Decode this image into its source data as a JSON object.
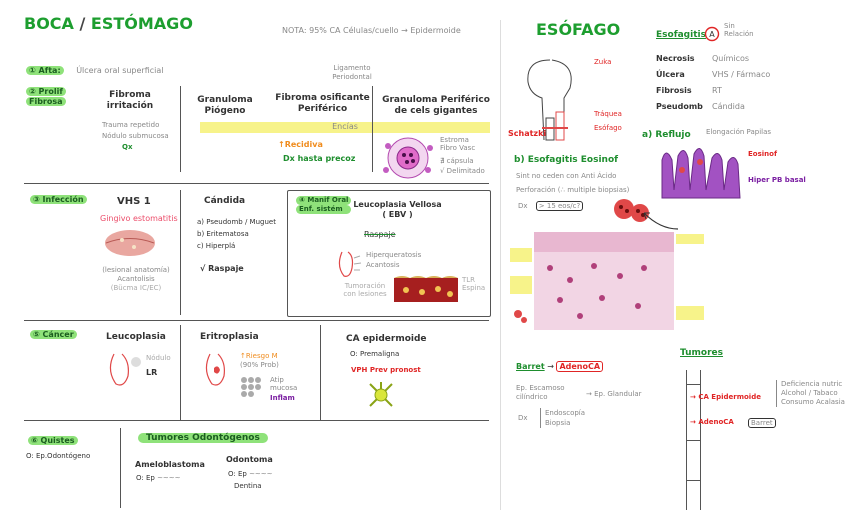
{
  "left": {
    "title_a": "BOCA",
    "title_sep": " / ",
    "title_b": "ESTÓMAGO",
    "nota": "NOTA: 95% CA Células/cuello → Epidermoide",
    "s1": {
      "label": "① Afta:",
      "text": "Úlcera oral superficial"
    },
    "s2": {
      "label_a": "② Prolif",
      "label_b": "Fibrosa",
      "fibroma_a": "Fibroma",
      "fibroma_b": "irritación",
      "fibroma_c": "Trauma repetido",
      "fibroma_d": "Nódulo submucosa",
      "fibroma_dx": "Qx",
      "granuloma_a": "Granuloma",
      "granuloma_b": "Piógeno",
      "ligamento_a": "Ligamento",
      "ligamento_b": "Periodontal",
      "fibroma_osif_a": "Fibroma osificante",
      "fibroma_osif_b": "Periférico",
      "encias": "Encías",
      "recidiva": "↑Recidiva",
      "recidiva_dx": "Dx hasta precoz",
      "granuloma_cg_a": "Granuloma Periférico",
      "granuloma_cg_b": "de cels gigantes",
      "estroma_a": "Estroma",
      "estroma_b": "Fibro Vasc",
      "capsula": "∄ cápsula",
      "delimitado": "√ Delimitado"
    },
    "s3": {
      "label": "③ Infección",
      "vhs": "VHS 1",
      "gingivo": "Gingivo estomatitis",
      "lesion_a": "(lesional anatomía)",
      "lesion_b": "Acantolisis",
      "lesion_c": "(Bücma IC/EC)",
      "candida": "Cándida",
      "ca": "a) Pseudomb / Muguet",
      "cb": "b) Eritematosa",
      "cc": "c) Hiperplá",
      "raspaje": "√ Raspaje"
    },
    "s4": {
      "label_a": "④ Manif Oral",
      "label_b": "Enf. sistém",
      "leuco_a": "Leucoplasia Vellosa",
      "leuco_b": "( EBV )",
      "raspaje_strike": "Raspaje",
      "hiper_a": "Hiperqueratosis",
      "hiper_b": "Acantosis",
      "tlr_a": "Tumoración",
      "tlr_b": "con lesiones",
      "tlr_c": "TLR",
      "tlr_d": "Espina"
    },
    "s5": {
      "label": "⑤ Cáncer",
      "leuco": "Leucoplasia",
      "nodulo": "Nódulo",
      "lr": "LR",
      "eritro": "Eritroplasia",
      "riesgo_a": "↑Riesgo M",
      "riesgo_b": "(90% Prob)",
      "atip_a": "Atip",
      "atip_b": "mucosa",
      "inflam": "Inflam",
      "ca_a": "CA epidermoide",
      "ca_b": "O: Premaligna",
      "vph": "VPH Prev pronost"
    },
    "s6": {
      "label": "⑥ Quistes",
      "quistes_o": "O: Ep.Odontógeno",
      "tumores": "Tumores Odontógenos",
      "amelo": "Ameloblastoma",
      "amelo_o": "O: Ep",
      "odonto": "Odontoma",
      "odonto_o": "O: Ep",
      "dentina": "Dentina"
    }
  },
  "right": {
    "title": "ESÓFAGO",
    "zuka": "Zuka",
    "traquea": "Tráquea",
    "esofago": "Esófago",
    "schatzki": "Schatzki",
    "esofagitis": "Esofagitis",
    "sin_a": "Sin",
    "sin_b": "Relación",
    "rows": [
      {
        "k": "Necrosis",
        "v": "Químicos"
      },
      {
        "k": "Úlcera",
        "v": "VHS / Fármaco"
      },
      {
        "k": "Fibrosis",
        "v": "RT"
      },
      {
        "k": "Pseudomb",
        "v": "Cándida"
      }
    ],
    "reflujo": "a) Reflujo",
    "elongacion": "Elongación Papilas",
    "eosinof": "Eosinof",
    "hiper_pb": "Hiper PB basal",
    "b_title": "b) Esofagitis Eosinof",
    "b_1": "Sint no ceden con Anti Ácido",
    "b_2": "Perforación (∴ multiple biopsias)",
    "b_dx": "Dx",
    "b_box": "> 15 eos/c?",
    "barrett": "Barret",
    "adenoca": "AdenoCA",
    "ep_a": "Ep. Escamoso",
    "ep_b": "cilíndrico",
    "ep_c": "Ep. Glandular",
    "dx": "Dx",
    "endoscopia": "Endoscopía",
    "biopsia": "Biopsia",
    "tumores": "Tumores",
    "ca_epi": "CA Epidermoide",
    "adenoca2": "AdenoCA",
    "barret2": "Barret",
    "defic_a": "Deficiencia nutric",
    "defic_b": "Alcohol / Tabaco",
    "defic_c": "Consumo Acalasia"
  },
  "colors": {
    "accent_green": "#8fe27a",
    "highlight_yellow": "#f7f38a",
    "red": "#e02525",
    "purple": "#7b1fa2"
  }
}
